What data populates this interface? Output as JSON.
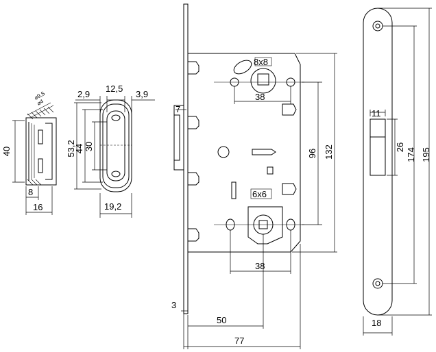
{
  "labels": {
    "strike_phi_outer": "⌀9,5",
    "strike_phi_inner": "⌀4",
    "strike_height": "40",
    "strike_depth": "8",
    "strike_width": "16",
    "offset_left": "2,9",
    "plate_width": "12,5",
    "offset_right": "3,9",
    "plate_height": "53,2",
    "inner_height": "44",
    "slot_height": "30",
    "plate_overall": "19,2",
    "latch_thickness": "7",
    "spindle_square": "8x8",
    "spindle_spacing_top": "38",
    "height_96": "96",
    "height_132": "132",
    "cylinder_square": "6x6",
    "spacing_38": "38",
    "faceplate_thickness": "3",
    "backset": "50",
    "body_depth": "77",
    "strike_slot_width": "11",
    "strike_slot_height": "26",
    "faceplate_174": "174",
    "faceplate_195": "195",
    "faceplate_width": "18"
  }
}
